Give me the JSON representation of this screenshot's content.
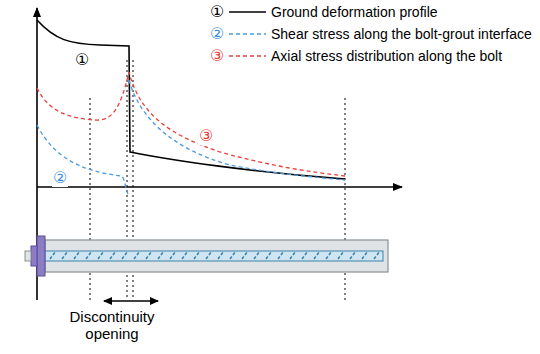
{
  "diagram": {
    "labels": [
      "①",
      "②",
      "③",
      "①",
      "②",
      "③",
      "Discontinuity opening"
    ],
    "legend": [
      {
        "text": "Ground deformation profile"
      },
      {
        "text": "Shear stress along the bolt-grout interface"
      },
      {
        "text": "Axial stress distribution along the bolt"
      }
    ]
  }
}
